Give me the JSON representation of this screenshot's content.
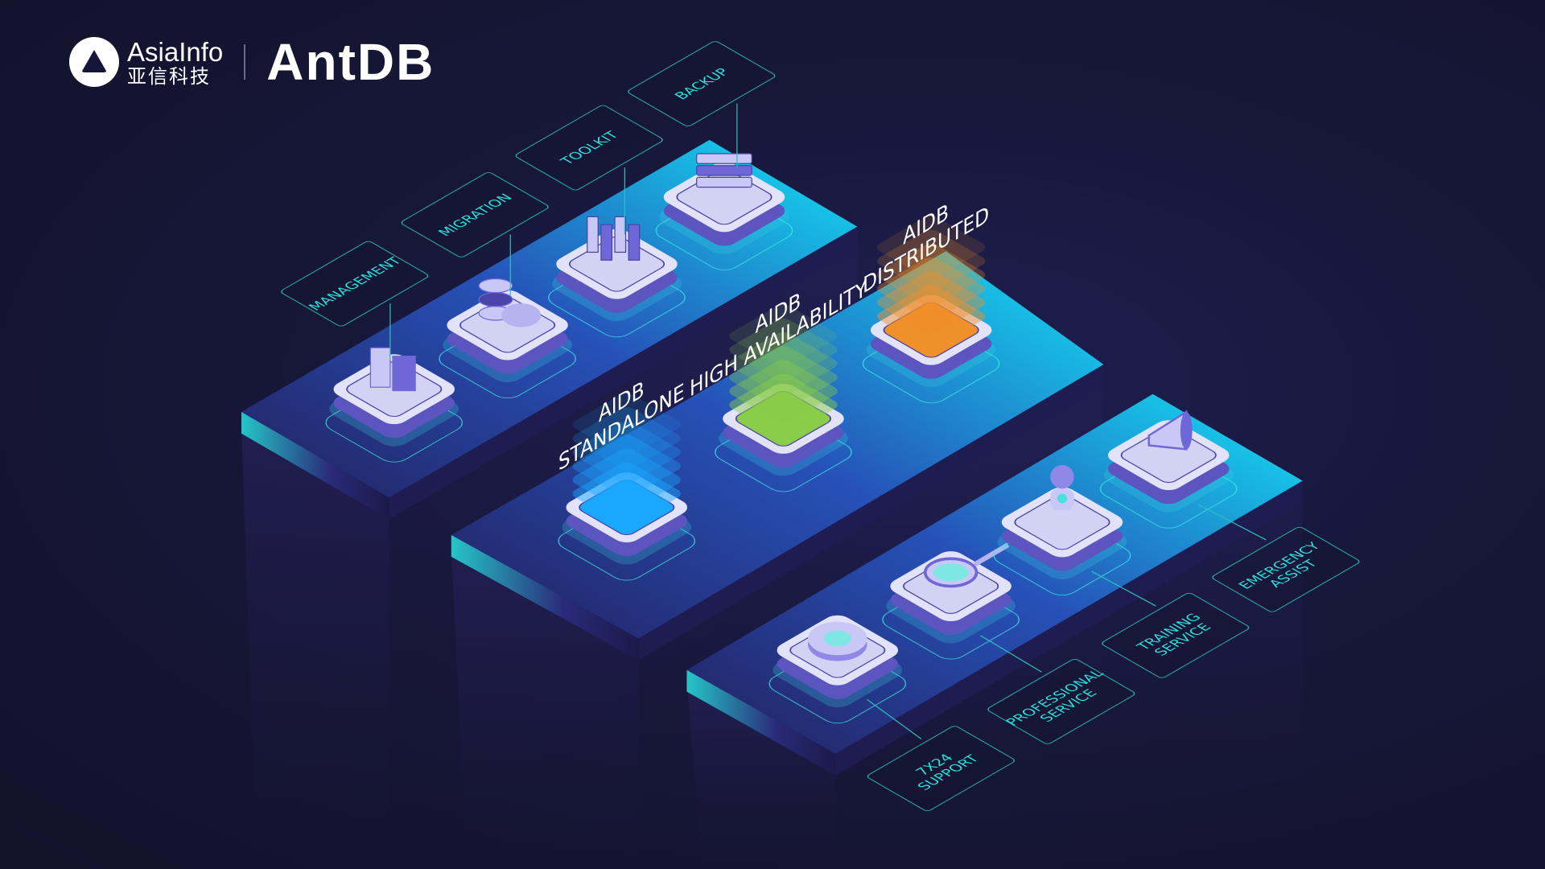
{
  "brand": {
    "company_en": "AsiaInfo",
    "company_cn": "亚信科技",
    "product": "AntDB"
  },
  "colors": {
    "background": "#14142e",
    "accent_cyan": "#19d8f0",
    "label_text": "#2fe0d8",
    "platform_dark": "#2a2f8a",
    "tile_face": "#dcdcf6",
    "tile_side": "#6a63c8"
  },
  "tools_platform": {
    "labels": [
      {
        "lines": [
          "MANAGEMENT"
        ],
        "icon": "server-cabinet-icon"
      },
      {
        "lines": [
          "MIGRATION"
        ],
        "icon": "database-cloud-icon"
      },
      {
        "lines": [
          "TOOLKIT"
        ],
        "icon": "building-blocks-icon"
      },
      {
        "lines": [
          "BACKUP"
        ],
        "icon": "storage-stack-icon"
      }
    ]
  },
  "aidb_platform": {
    "stacks": [
      {
        "title": "AIDB",
        "subtitle": "STANDALONE",
        "color": "#1aa8ff"
      },
      {
        "title": "AIDB",
        "subtitle": "HIGH AVAILABILITY",
        "color": "#8acd4a"
      },
      {
        "title": "AIDB",
        "subtitle": "DISTRIBUTED",
        "color": "#f0902a"
      }
    ]
  },
  "service_platform": {
    "labels": [
      {
        "lines": [
          "7X24",
          "SUPPORT"
        ],
        "icon": "ring-icon"
      },
      {
        "lines": [
          "PROFESSIONAL",
          "SERVICE"
        ],
        "icon": "magnifier-icon"
      },
      {
        "lines": [
          "TRAINING",
          "SERVICE"
        ],
        "icon": "robot-icon"
      },
      {
        "lines": [
          "EMERGENCY",
          "ASSIST"
        ],
        "icon": "megaphone-icon"
      }
    ]
  }
}
